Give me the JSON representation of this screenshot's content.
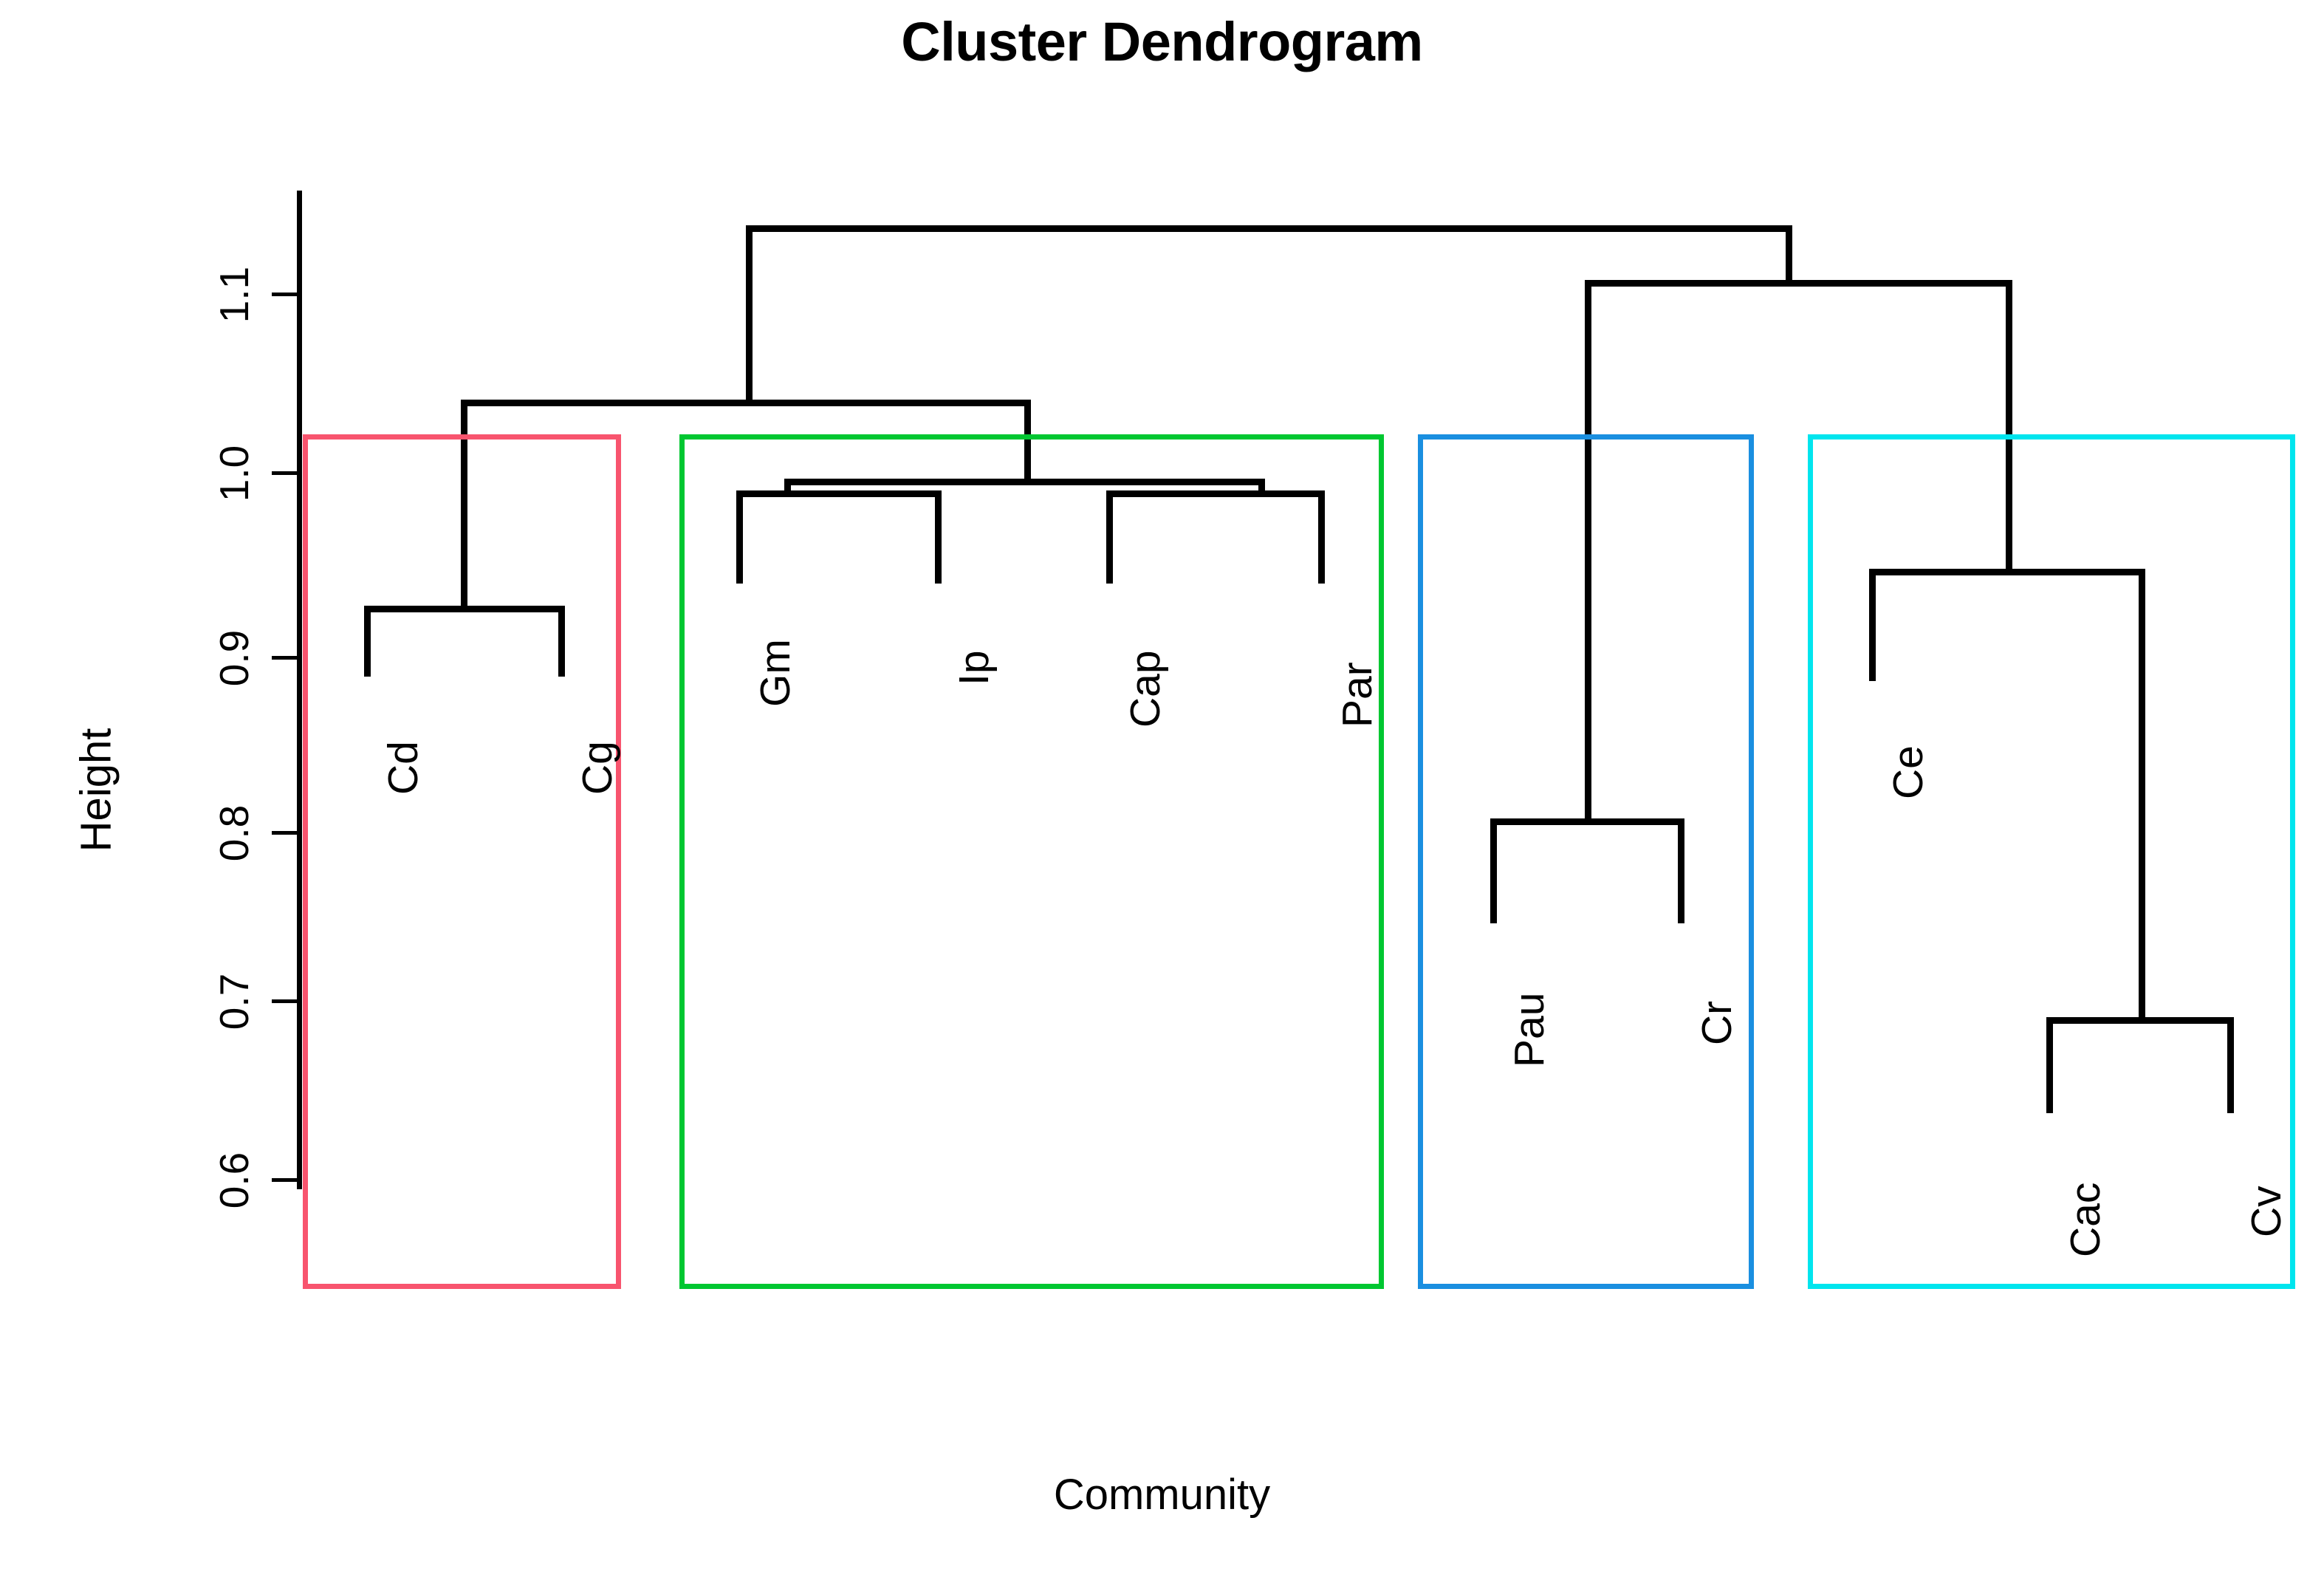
{
  "plot": {
    "title": "Cluster Dendrogram",
    "xlabel": "Community",
    "ylabel": "Height"
  },
  "axis": {
    "ticks": [
      "0.6",
      "0.7",
      "0.8",
      "0.9",
      "1.0",
      "1.1"
    ]
  },
  "clusters": [
    {
      "name": "cluster-1",
      "color": "#F8546E",
      "members": [
        "Cd",
        "Cg"
      ]
    },
    {
      "name": "cluster-2",
      "color": "#00C731",
      "members": [
        "Gm",
        "Ip",
        "Cap",
        "Par"
      ]
    },
    {
      "name": "cluster-3",
      "color": "#1A8FE0",
      "members": [
        "Pau",
        "Cr"
      ]
    },
    {
      "name": "cluster-4",
      "color": "#00E5EE",
      "members": [
        "Ce",
        "Cac",
        "Cv"
      ]
    }
  ],
  "leaves": [
    {
      "id": "Cd",
      "label": "Cd"
    },
    {
      "id": "Cg",
      "label": "Cg"
    },
    {
      "id": "Gm",
      "label": "Gm"
    },
    {
      "id": "Ip",
      "label": "Ip"
    },
    {
      "id": "Cap",
      "label": "Cap"
    },
    {
      "id": "Par",
      "label": "Par"
    },
    {
      "id": "Pau",
      "label": "Pau"
    },
    {
      "id": "Cr",
      "label": "Cr"
    },
    {
      "id": "Ce",
      "label": "Ce"
    },
    {
      "id": "Cac",
      "label": "Cac"
    },
    {
      "id": "Cv",
      "label": "Cv"
    }
  ],
  "chart_data": {
    "type": "dendrogram",
    "title": "Cluster Dendrogram",
    "xlabel": "Community",
    "ylabel": "Height",
    "ylim": [
      0.545,
      1.165
    ],
    "grid": false,
    "legend": null,
    "yticks": [
      0.6,
      0.7,
      0.8,
      0.9,
      1.0,
      1.1
    ],
    "ytick_labels": [
      "0.6",
      "0.7",
      "0.8",
      "0.9",
      "1.0",
      "1.1"
    ],
    "leaf_order": [
      "Cd",
      "Cg",
      "Gm",
      "Ip",
      "Cap",
      "Par",
      "Pau",
      "Cr",
      "Ce",
      "Cac",
      "Cv"
    ],
    "leaf_heights": {
      "Cd": 0.875,
      "Cg": 0.875,
      "Gm": 0.955,
      "Ip": 0.955,
      "Cap": 0.955,
      "Par": 0.955,
      "Pau": 0.73,
      "Cr": 0.73,
      "Ce": 0.87,
      "Cac": 0.635,
      "Cv": 0.635
    },
    "merges": [
      {
        "id": "m1",
        "left": "Cd",
        "right": "Cg",
        "height": 0.935
      },
      {
        "id": "m2",
        "left": "Gm",
        "right": "Ip",
        "height": 1.0
      },
      {
        "id": "m3",
        "left": "Cap",
        "right": "Par",
        "height": 1.0
      },
      {
        "id": "m4",
        "left": "m2",
        "right": "m3",
        "height": 1.005
      },
      {
        "id": "m5",
        "left": "m1",
        "right": "m4",
        "height": 1.03
      },
      {
        "id": "m6",
        "left": "Pau",
        "right": "Cr",
        "height": 0.805
      },
      {
        "id": "m7",
        "left": "Cac",
        "right": "Cv",
        "height": 0.7
      },
      {
        "id": "m8",
        "left": "Ce",
        "right": "m7",
        "height": 0.945
      },
      {
        "id": "m9",
        "left": "m6",
        "right": "m8",
        "height": 1.11
      },
      {
        "id": "m10",
        "left": "m5",
        "right": "m9",
        "height": 1.15
      }
    ],
    "cluster_boxes": [
      {
        "name": "cluster-1",
        "color": "#F8546E",
        "members": [
          "Cd",
          "Cg"
        ]
      },
      {
        "name": "cluster-2",
        "color": "#00C731",
        "members": [
          "Gm",
          "Ip",
          "Cap",
          "Par"
        ]
      },
      {
        "name": "cluster-3",
        "color": "#1A8FE0",
        "members": [
          "Pau",
          "Cr"
        ]
      },
      {
        "name": "cluster-4",
        "color": "#00E5EE",
        "members": [
          "Ce",
          "Cac",
          "Cv"
        ]
      }
    ]
  }
}
